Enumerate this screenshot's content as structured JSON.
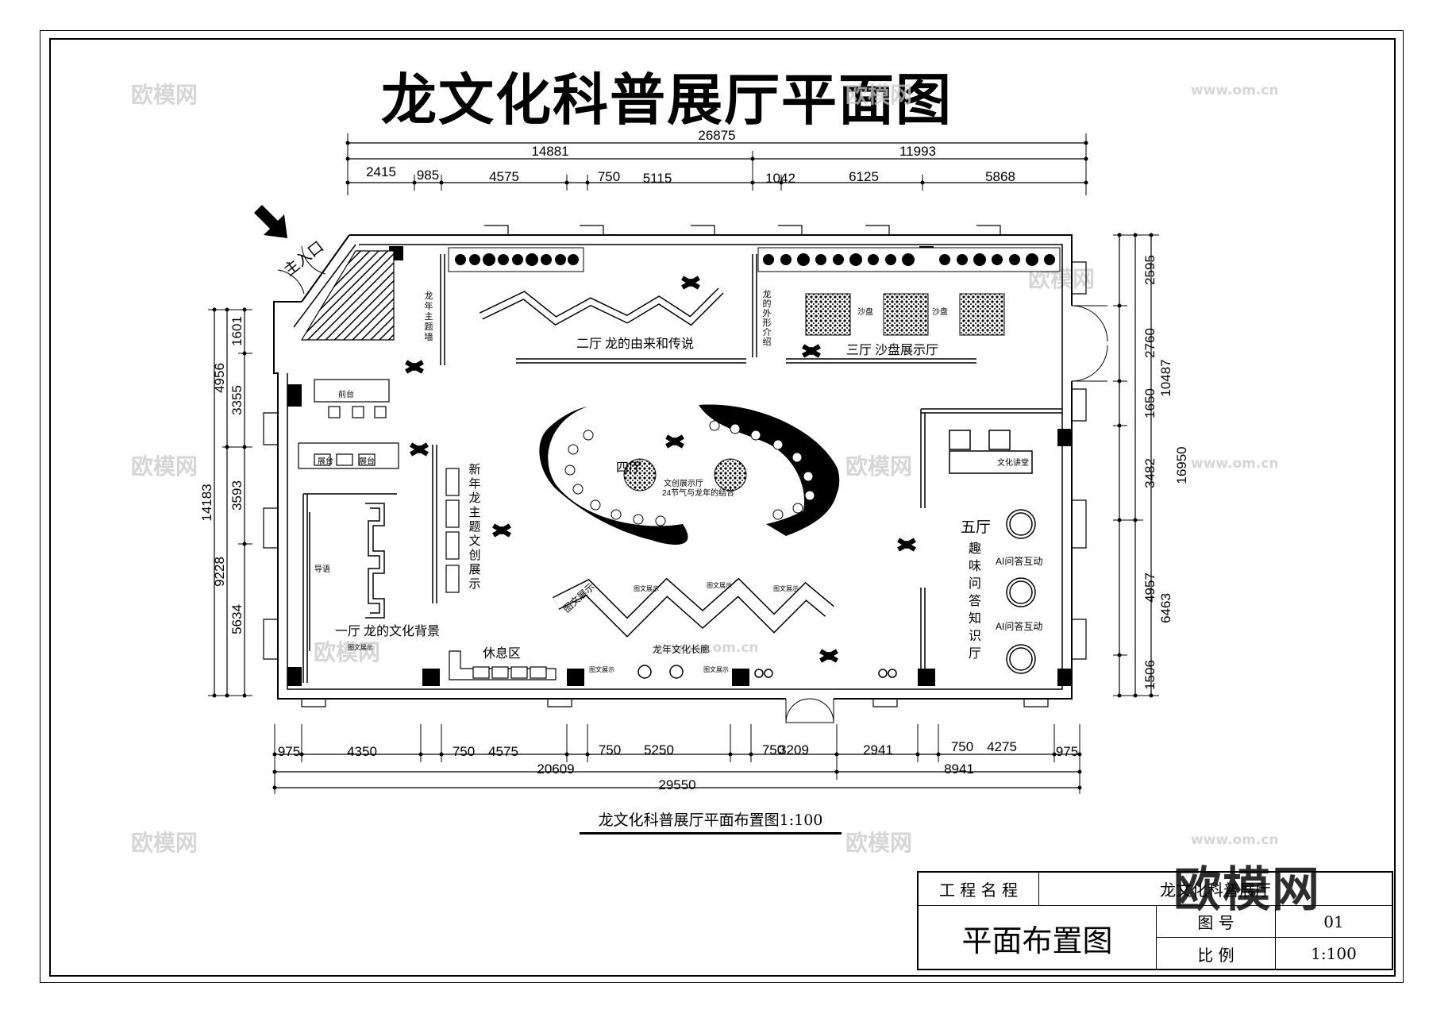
{
  "title": "龙文化科普展厅平面图",
  "watermark": {
    "text": "欧模网",
    "url": "www.om.cn"
  },
  "dims_top": {
    "overall": "26875",
    "second": [
      "14881",
      "11993"
    ],
    "third": [
      "2415",
      "985",
      "4575",
      "750",
      "5115",
      "1042",
      "6125",
      "5868"
    ]
  },
  "dims_bottom": {
    "row1": [
      "975",
      "4350",
      "750",
      "4575",
      "750",
      "5250",
      "750",
      "3209",
      "2941",
      "750",
      "4275",
      "975"
    ],
    "row2": [
      "20609",
      "8941"
    ],
    "overall": "29550"
  },
  "dims_left": {
    "overall": "14183",
    "second": [
      "4956",
      "9228"
    ],
    "third": [
      "1601",
      "3355",
      "3593",
      "5634"
    ]
  },
  "dims_right": {
    "overall": "16950",
    "second": [
      "10487",
      "6463"
    ],
    "third": [
      "2595",
      "2760",
      "1650",
      "3482",
      "4957",
      "1506"
    ]
  },
  "labels": {
    "entrance": "主入口",
    "hall1": "一厅  龙的文化背景",
    "hall2": "二厅  龙的由来和传说",
    "hall3": "三厅  沙盘展示厅",
    "hall4": "四厅",
    "hall4_sub1": "文创展示厅",
    "hall4_sub2": "24节气与龙年的结合",
    "hall5": "五厅",
    "hall5_v": [
      "趣",
      "味",
      "问",
      "答",
      "知",
      "识",
      "厅"
    ],
    "newyear_v": [
      "新",
      "年",
      "龙",
      "主",
      "题",
      "文",
      "创",
      "展",
      "示"
    ],
    "dragon_wall_v": [
      "龙",
      "年",
      "主",
      "题",
      "墙"
    ],
    "dragon_shape_v": [
      "龙",
      "的",
      "外",
      "形",
      "介",
      "绍"
    ],
    "rest": "休息区",
    "corridor": "龙年文化长廊",
    "front_desk": "前台",
    "booth": "展台",
    "guide": "导语",
    "sandbox": "沙盘",
    "lecture": "文化讲堂",
    "ai_qa": "AI问答互动",
    "graphic": "图文展示"
  },
  "subtitle": "龙文化科普展厅平面布置图1:100",
  "title_block": {
    "project_label": "工 程 名 程",
    "project_value": "龙文化科普展厅",
    "drawing_name": "平面布置图",
    "number_label": "图    号",
    "number_value": "01",
    "scale_label": "比    例",
    "scale_value": "1:100"
  },
  "brand_mark": "欧模网",
  "colors": {
    "ink": "#000000",
    "watermark": "#c9c9c9",
    "paper": "#ffffff"
  }
}
